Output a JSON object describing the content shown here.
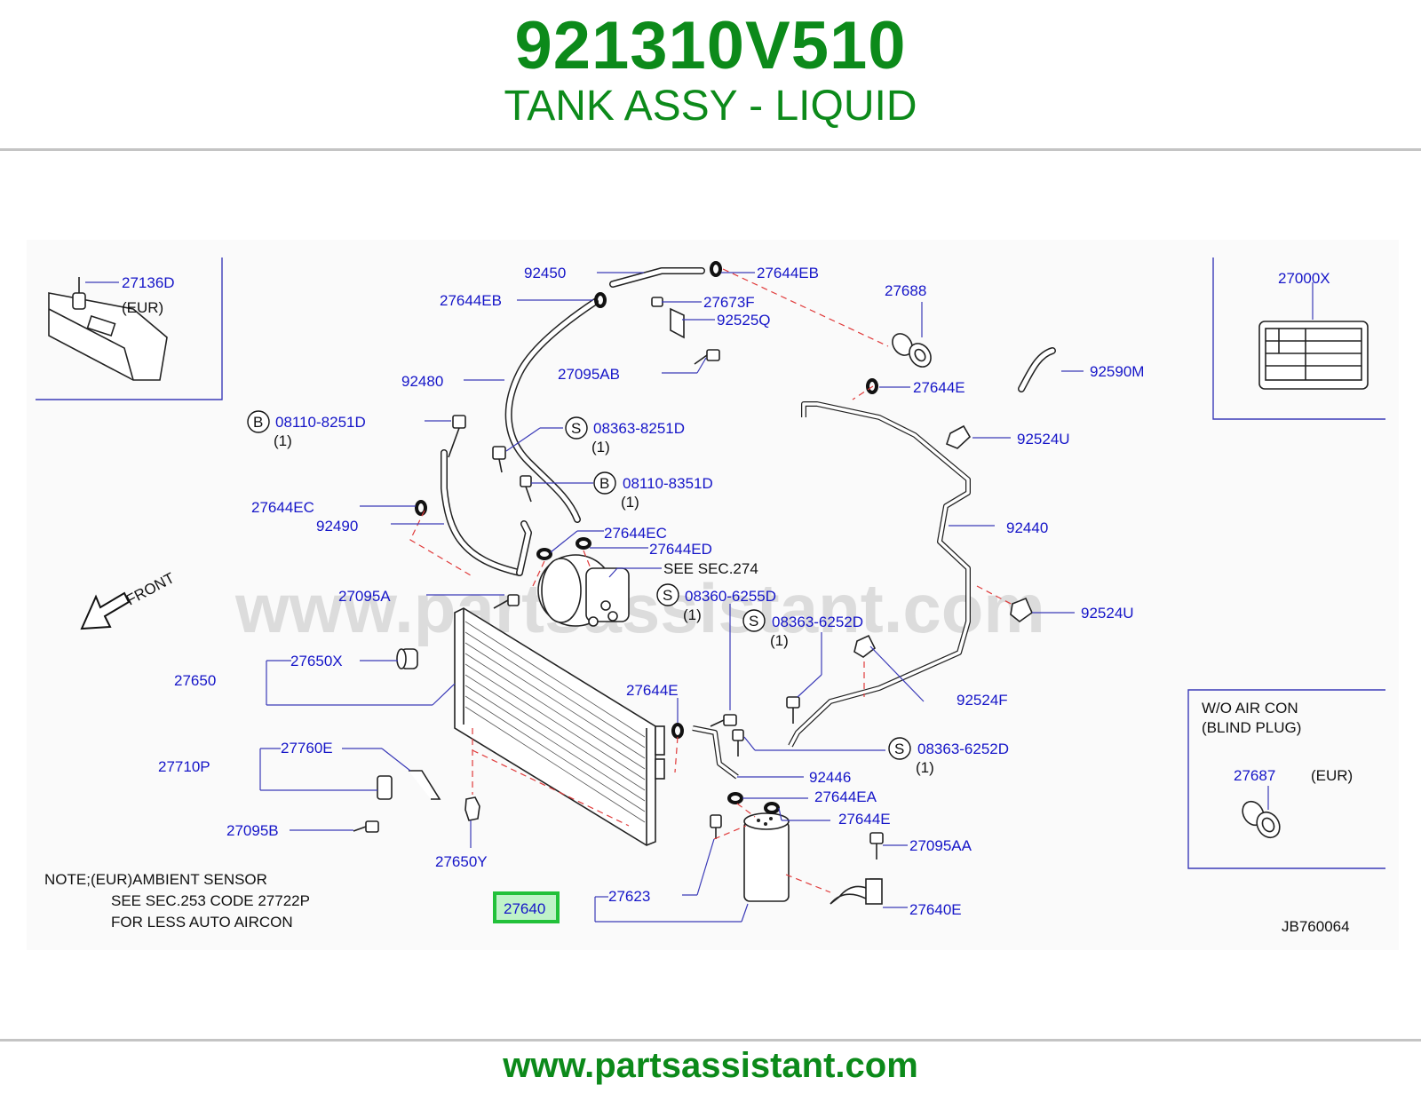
{
  "header": {
    "part_number": "921310V510",
    "part_name": "TANK ASSY - LIQUID"
  },
  "footer": {
    "url": "www.partsassistant.com"
  },
  "watermark": "www.partsassistant.com",
  "highlight_color": "#22c13a",
  "brand_color": "#0c8a1a",
  "label_color": "#1515c8",
  "diagram": {
    "code": "JB760064",
    "front_label": "FRONT",
    "labels": {
      "l27136D": "27136D",
      "eur1": "(EUR)",
      "l92450": "92450",
      "l27644EB_top": "27644EB",
      "l27644EB_left": "27644EB",
      "l27673F": "27673F",
      "l92525Q": "92525Q",
      "l27688": "27688",
      "l27000X": "27000X",
      "l92590M": "92590M",
      "l27095AB": "27095AB",
      "l92480": "92480",
      "l27644E_top": "27644E",
      "l08110_8251D": "08110-8251D",
      "q1a": "(1)",
      "l08363_8251D": "08363-8251D",
      "q1b": "(1)",
      "l92524U_top": "92524U",
      "l08110_8351D": "08110-8351D",
      "q1c": "(1)",
      "l27644EC_left": "27644EC",
      "l92490": "92490",
      "l27644EC_mid": "27644EC",
      "l27644ED": "27644ED",
      "l92440": "92440",
      "see274": "SEE   SEC.274",
      "l08360_6255D": "08360-6255D",
      "q1d": "(1)",
      "l27095A": "27095A",
      "l08363_6252D_a": "08363-6252D",
      "q1e": "(1)",
      "l92524U_right": "92524U",
      "l27650X": "27650X",
      "l27650": "27650",
      "l27644E_mid": "27644E",
      "l92524F": "92524F",
      "wo_air_con": "W/O   AIR   CON",
      "blind_plug": "(BLIND   PLUG)",
      "l27687": "27687",
      "eur2": "(EUR)",
      "l27760E": "27760E",
      "l27710P": "27710P",
      "l08363_6252D_b": "08363-6252D",
      "q1f": "(1)",
      "l92446": "92446",
      "l27644EA": "27644EA",
      "l27644E_low": "27644E",
      "l27095B": "27095B",
      "l27095AA": "27095AA",
      "l27650Y": "27650Y",
      "note1": "NOTE;(EUR)AMBIENT   SENSOR",
      "note2": "SEE   SEC.253   CODE   27722P",
      "note3": "FOR   LESS   AUTO   AIRCON",
      "l27640": "27640",
      "l27623": "27623",
      "l27640E": "27640E",
      "circle_B": "B",
      "circle_S": "S"
    }
  }
}
